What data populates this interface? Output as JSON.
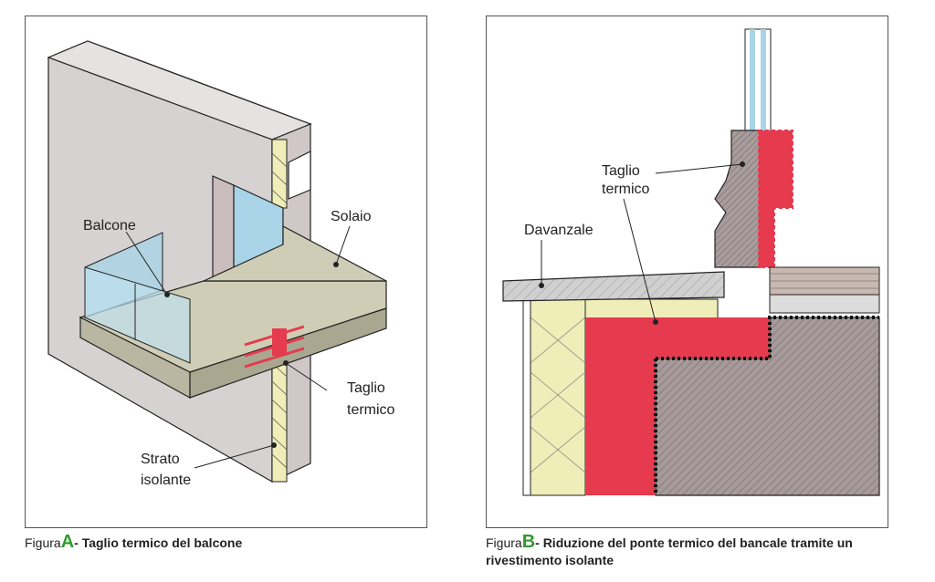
{
  "figure_a": {
    "labels": {
      "balcone": "Balcone",
      "solaio": "Solaio",
      "taglio_line1": "Taglio",
      "taglio_line2": "termico",
      "strato_line1": "Strato",
      "strato_line2": "isolante"
    },
    "caption": {
      "prefix": "Figura",
      "letter": "A",
      "text": "- Taglio termico del balcone"
    }
  },
  "figure_b": {
    "labels": {
      "taglio_line1": "Taglio",
      "taglio_line2": "termico",
      "davanzale": "Davanzale"
    },
    "caption": {
      "prefix": "Figura",
      "letter": "B",
      "text": "- Riduzione del ponte termico del bancale tramite un rivestimento isolante"
    }
  },
  "colors": {
    "wall": "#d6d2d2",
    "slab": "#cfcdb6",
    "insulation": "#f0eeb8",
    "thermal_break": "#e63a4f",
    "glass": "#a9d3e6",
    "concrete": "#a79a9a",
    "letter_green": "#2f9a2f"
  }
}
